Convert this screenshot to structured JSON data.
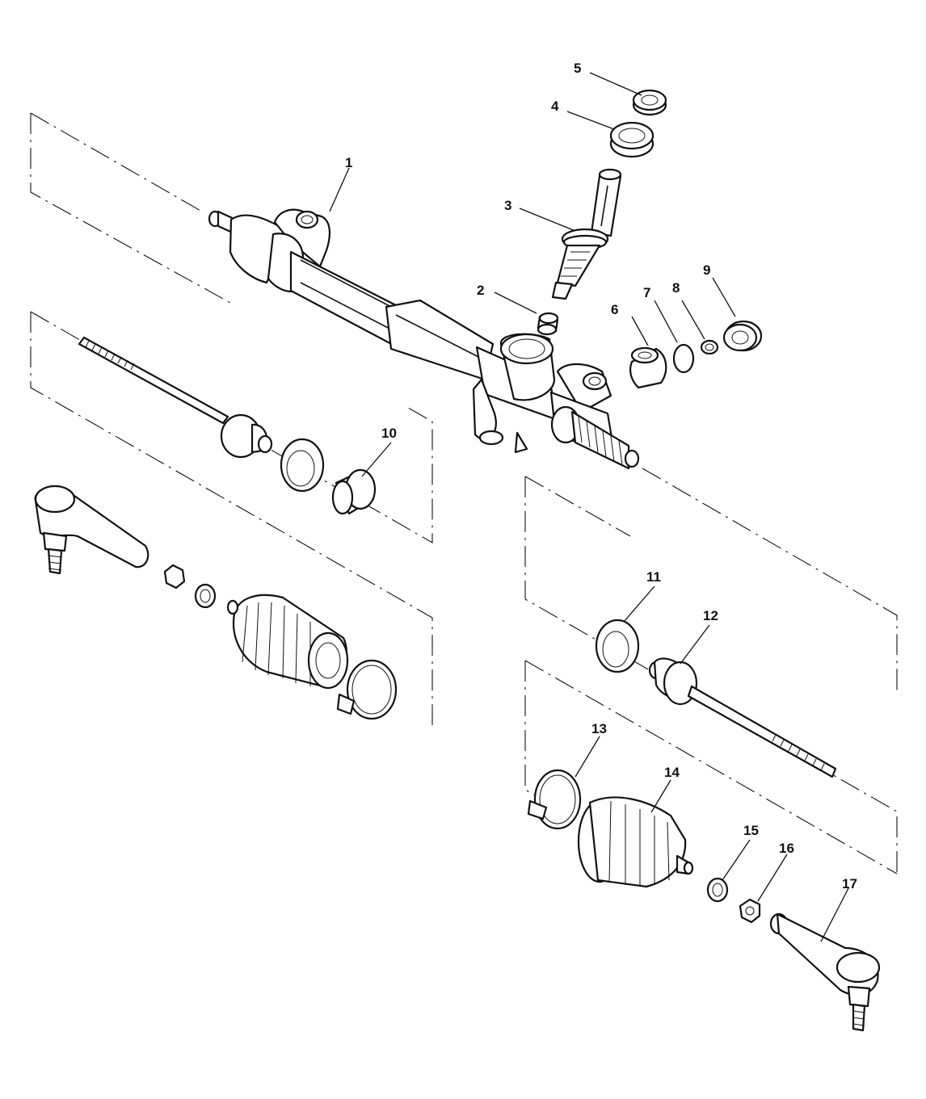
{
  "callouts": [
    "1",
    "2",
    "3",
    "4",
    "5",
    "6",
    "7",
    "8",
    "9",
    "10",
    "11",
    "12",
    "13",
    "14",
    "15",
    "16",
    "17"
  ]
}
